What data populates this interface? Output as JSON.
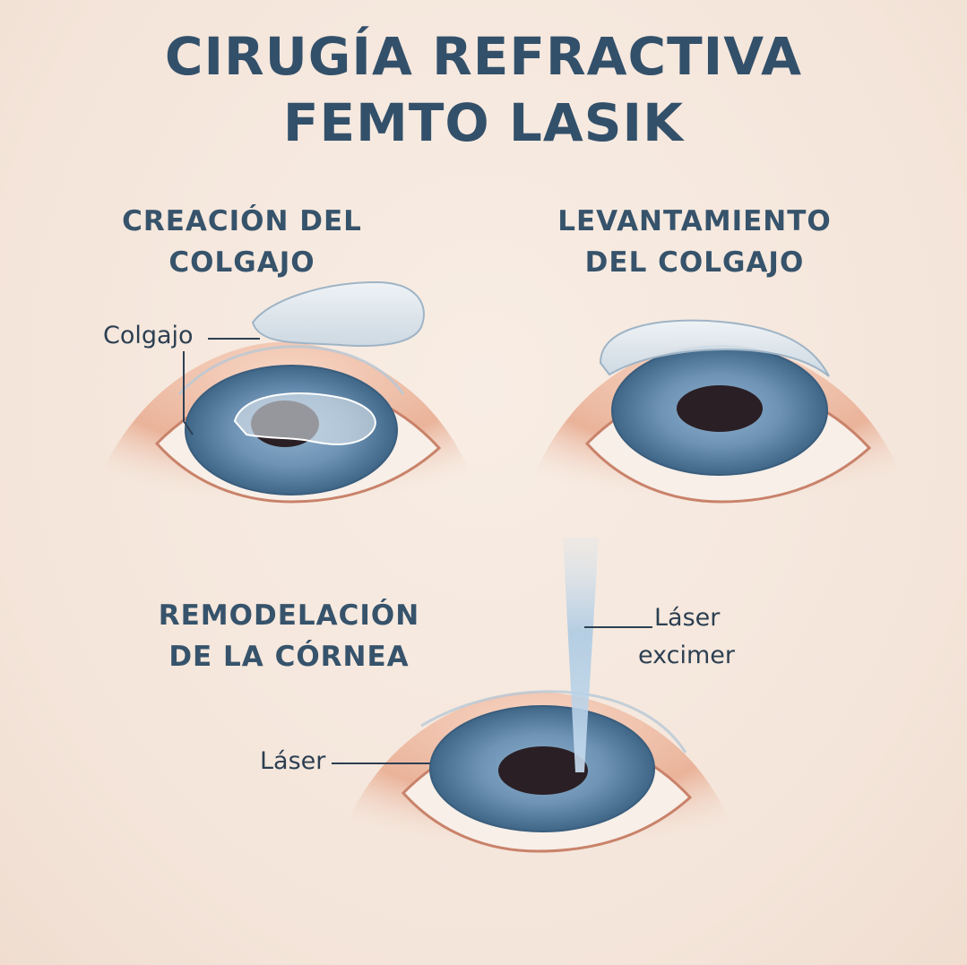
{
  "title": {
    "line1": "CIRUGÍA REFRACTIVA",
    "line2": "FEMTO LASIK"
  },
  "steps": {
    "creation": {
      "line1": "CREACIÓN DEL",
      "line2": "COLGAJO"
    },
    "lifting": {
      "line1": "LEVANTAMIENTO",
      "line2": "DEL COLGAJO"
    },
    "remodel": {
      "line1": "REMODELACIÓN",
      "line2": "DE LA CÓRNEA"
    }
  },
  "labels": {
    "flap": "Colgajo",
    "excimer_line1": "Láser",
    "excimer_line2": "excimer",
    "laser": "Láser"
  },
  "colors": {
    "background": "#f6e9df",
    "title": "#33506a",
    "iris": "#5f83a6",
    "pupil": "#2a1f24",
    "skin": "#e8a98a",
    "flap": "#dfe8ef",
    "beam": "#a9c8e2"
  }
}
